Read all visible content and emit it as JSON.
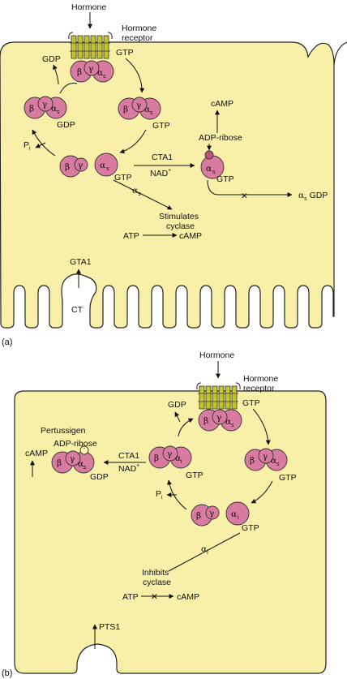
{
  "panel_a": {
    "letter": "(a)",
    "hormone": "Hormone",
    "receptor_line1": "Hormone",
    "receptor_line2": "receptor",
    "gdp_released": "GDP",
    "gtp_in": "GTP",
    "gdp_bound": "GDP",
    "gtp_bound1": "GTP",
    "gtp_bound2": "GTP",
    "gtp_bound3": "GTP",
    "pi": "P",
    "pi_sub": "i",
    "camp_top": "cAMP",
    "adp_ribose": "ADP-ribose",
    "cta1": "CTA1",
    "nad": "NAD",
    "nad_sup": "+",
    "alpha_s_free": "α",
    "alpha_s_free_sub": "s",
    "stimulates_line1": "Stimulates",
    "stimulates_line2": "cyclase",
    "atp": "ATP",
    "camp_bottom": "cAMP",
    "alpha_s_gdp": "α",
    "alpha_s_gdp_sub": "s",
    "alpha_s_gdp_tail": "GDP",
    "gta1": "GTA1",
    "ct": "CT"
  },
  "panel_b": {
    "letter": "(b)",
    "hormone": "Hormone",
    "receptor_line1": "Hormone",
    "receptor_line2": "receptor",
    "gtp_in": "GTP",
    "gdp_released": "GDP",
    "pertussigen": "Pertussigen",
    "adp_ribose": "ADP-ribose",
    "camp": "cAMP",
    "cta1": "CTA1",
    "nad": "NAD",
    "nad_sup": "+",
    "gdp_bound": "GDP",
    "gtp_bound1": "GTP",
    "gtp_bound2": "GTP",
    "gtp_bound3": "GTP",
    "pi": "P",
    "pi_sub": "i",
    "alpha_i_free": "α",
    "alpha_i_free_sub": "i",
    "inhibits_line1": "Inhibits",
    "inhibits_line2": "cyclase",
    "atp": "ATP",
    "camp_bottom": "cAMP",
    "pts1": "PTS1"
  },
  "subunits": {
    "beta": "β",
    "gamma": "γ",
    "alpha": "α",
    "alpha_sub_s": "s",
    "alpha_sub_i": "i"
  },
  "colors": {
    "cell_fill": "#f8f0a8",
    "cell_stroke": "#222222",
    "protein_fill": "#d97aa0",
    "receptor_fill": "#c2c42a"
  }
}
